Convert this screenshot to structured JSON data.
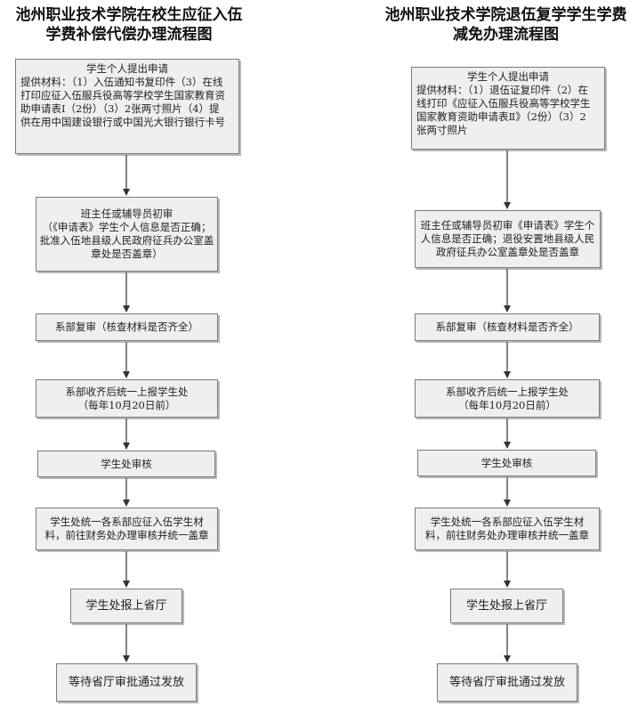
{
  "left": {
    "title_lines": [
      "池州职业技术学院在校生应征入伍",
      "学费补偿代偿办理流程图"
    ],
    "steps": [
      {
        "lines": [
          "学生个人提出申请",
          "提供材料：（1）入伍通知书复印件（3）在线",
          "打印应征入伍服兵役高等学校学生国家教育资",
          "助申请表Ⅰ（2份）（3）2张两寸照片（4）提",
          "供在用中国建设银行或中国光大银行银行卡号"
        ]
      },
      {
        "lines": [
          "班主任或辅导员初审",
          "（《申请表》学生个人信息是否正确；",
          "批准入伍地县级人民政府征兵办公室盖",
          "章处是否盖章）"
        ]
      },
      {
        "lines": [
          "系部复审（核查材料是否齐全）"
        ]
      },
      {
        "lines": [
          "系部收齐后统一上报学生处",
          "（每年10月20日前）"
        ]
      },
      {
        "lines": [
          "学生处审核"
        ]
      },
      {
        "lines": [
          "学生处统一各系部应征入伍学生材",
          "料，前往财务处办理审核并统一盖章"
        ]
      },
      {
        "lines": [
          "学生处报上省厅"
        ]
      },
      {
        "lines": [
          "等待省厅审批通过发放"
        ]
      }
    ]
  },
  "right": {
    "title_lines": [
      "池州职业技术学院退伍复学学生学费",
      "减免办理流程图"
    ],
    "steps": [
      {
        "lines": [
          "学生个人提出申请",
          "提供材料：（1）退伍证复印件（2）在",
          "线打印《应征入伍服兵役高等学校学生",
          "国家教育资助申请表Ⅱ》（2份）（3）2",
          "张两寸照片"
        ]
      },
      {
        "lines": [
          "班主任或辅导员初审《申请表》学生个",
          "人信息是否正确；退役安置地县级人民",
          "政府征兵办公室盖章处是否盖章"
        ]
      },
      {
        "lines": [
          "系部复审（核查材料是否齐全）"
        ]
      },
      {
        "lines": [
          "系部收齐后统一上报学生处",
          "（每年10月20日前）"
        ]
      },
      {
        "lines": [
          "学生处审核"
        ]
      },
      {
        "lines": [
          "学生处统一各系部应征入伍学生材",
          "料，前往财务处办理审核并统一盖章"
        ]
      },
      {
        "lines": [
          "学生处报上省厅"
        ]
      },
      {
        "lines": [
          "等待省厅审批通过发放"
        ]
      }
    ]
  }
}
